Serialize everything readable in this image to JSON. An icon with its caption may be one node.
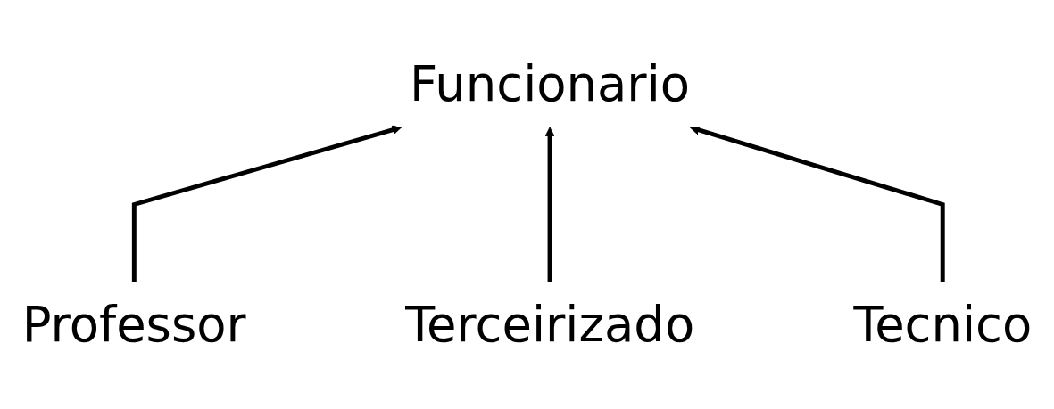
{
  "diagram": {
    "nodes": [
      {
        "text": [
          "Funcionario"
        ]
      },
      {
        "text": [
          "Professor"
        ]
      },
      {
        "text": [
          "Terceirizado"
        ]
      },
      {
        "text": [
          "Tecnico"
        ]
      }
    ],
    "edges": [
      {
        "from": 1,
        "to": 0,
        "arrow": "to"
      },
      {
        "from": 2,
        "to": 0,
        "arrow": "to"
      },
      {
        "from": 3,
        "to": 0,
        "arrow": "to"
      }
    ]
  }
}
